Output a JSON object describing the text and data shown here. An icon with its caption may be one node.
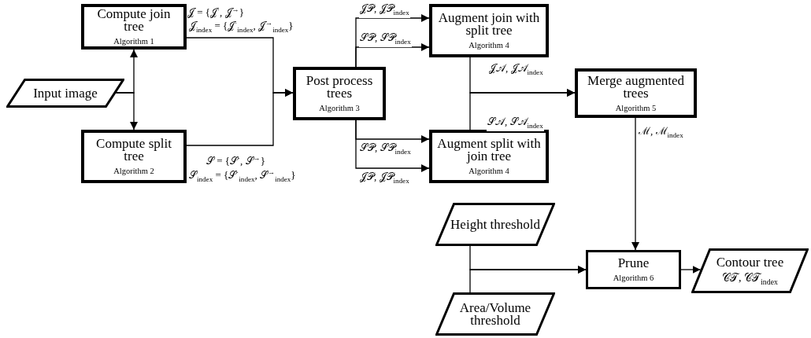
{
  "diagram": {
    "nodes": [
      {
        "text": [
          "Input image"
        ]
      },
      {
        "text": [
          "Compute join tree",
          "Algorithm 1"
        ],
        "beside": [
          "𝒥 = {𝒥$^{·}$, 𝒥$^{→}$}",
          "𝒥$_{index}$ = {𝒥$^{·}$$_{index}$, 𝒥$^{→}$$_{index}$}"
        ]
      },
      {
        "text": [
          "Compute split tree",
          "Algorithm 2"
        ],
        "beside": [
          "𝒮 = {𝒮$^{·}$, 𝒮$^{→}$}",
          "𝒮$_{index}$ = {𝒮$^{·}$$_{index}$, 𝒮$^{→}$$_{index}$}"
        ]
      },
      {
        "text": [
          "Post process trees",
          "Algorithm 3"
        ]
      },
      {
        "text": [
          "Augment join with split tree",
          "Algorithm 4"
        ]
      },
      {
        "text": [
          "Augment split with join tree",
          "Algorithm 4"
        ]
      },
      {
        "text": [
          "Merge augmented trees",
          "Algorithm 5"
        ]
      },
      {
        "text": [
          "Height threshold"
        ]
      },
      {
        "text": [
          "Area/Volume threshold"
        ]
      },
      {
        "text": [
          "Prune",
          "Algorithm 6"
        ]
      },
      {
        "text": [
          "Contour tree",
          "𝒞𝒯, 𝒞𝒯$_{index}$"
        ]
      }
    ],
    "edges": [
      {
        "from": 0,
        "to": 1,
        "arrow": "to"
      },
      {
        "from": 0,
        "to": 2,
        "arrow": "to"
      },
      {
        "from": 1,
        "to": 3,
        "arrow": "to"
      },
      {
        "from": 2,
        "to": 3,
        "arrow": "to"
      },
      {
        "from": 3,
        "to": 4,
        "arrow": "to",
        "label": "𝒥𝒫, 𝒥𝒫$_{index}$"
      },
      {
        "from": 3,
        "to": 4,
        "arrow": "to",
        "label": "𝒮𝒫, 𝒮𝒫$_{index}$"
      },
      {
        "from": 3,
        "to": 5,
        "arrow": "to",
        "label": "𝒮𝒫, 𝒮𝒫$_{index}$"
      },
      {
        "from": 3,
        "to": 5,
        "arrow": "to",
        "label": "𝒥𝒫, 𝒥𝒫$_{index}$"
      },
      {
        "from": 4,
        "to": 6,
        "arrow": "to",
        "label": "𝒥𝒜, 𝒥𝒜$_{index}$"
      },
      {
        "from": 5,
        "to": 6,
        "arrow": "to",
        "label": "𝒮𝒜, 𝒮𝒜$_{index}$"
      },
      {
        "from": 6,
        "to": 9,
        "arrow": "to",
        "label": "ℳ, ℳ$_{index}$"
      },
      {
        "from": 7,
        "to": 9,
        "arrow": "to"
      },
      {
        "from": 8,
        "to": 9,
        "arrow": "to"
      },
      {
        "from": 9,
        "to": 10,
        "arrow": "to"
      }
    ]
  }
}
